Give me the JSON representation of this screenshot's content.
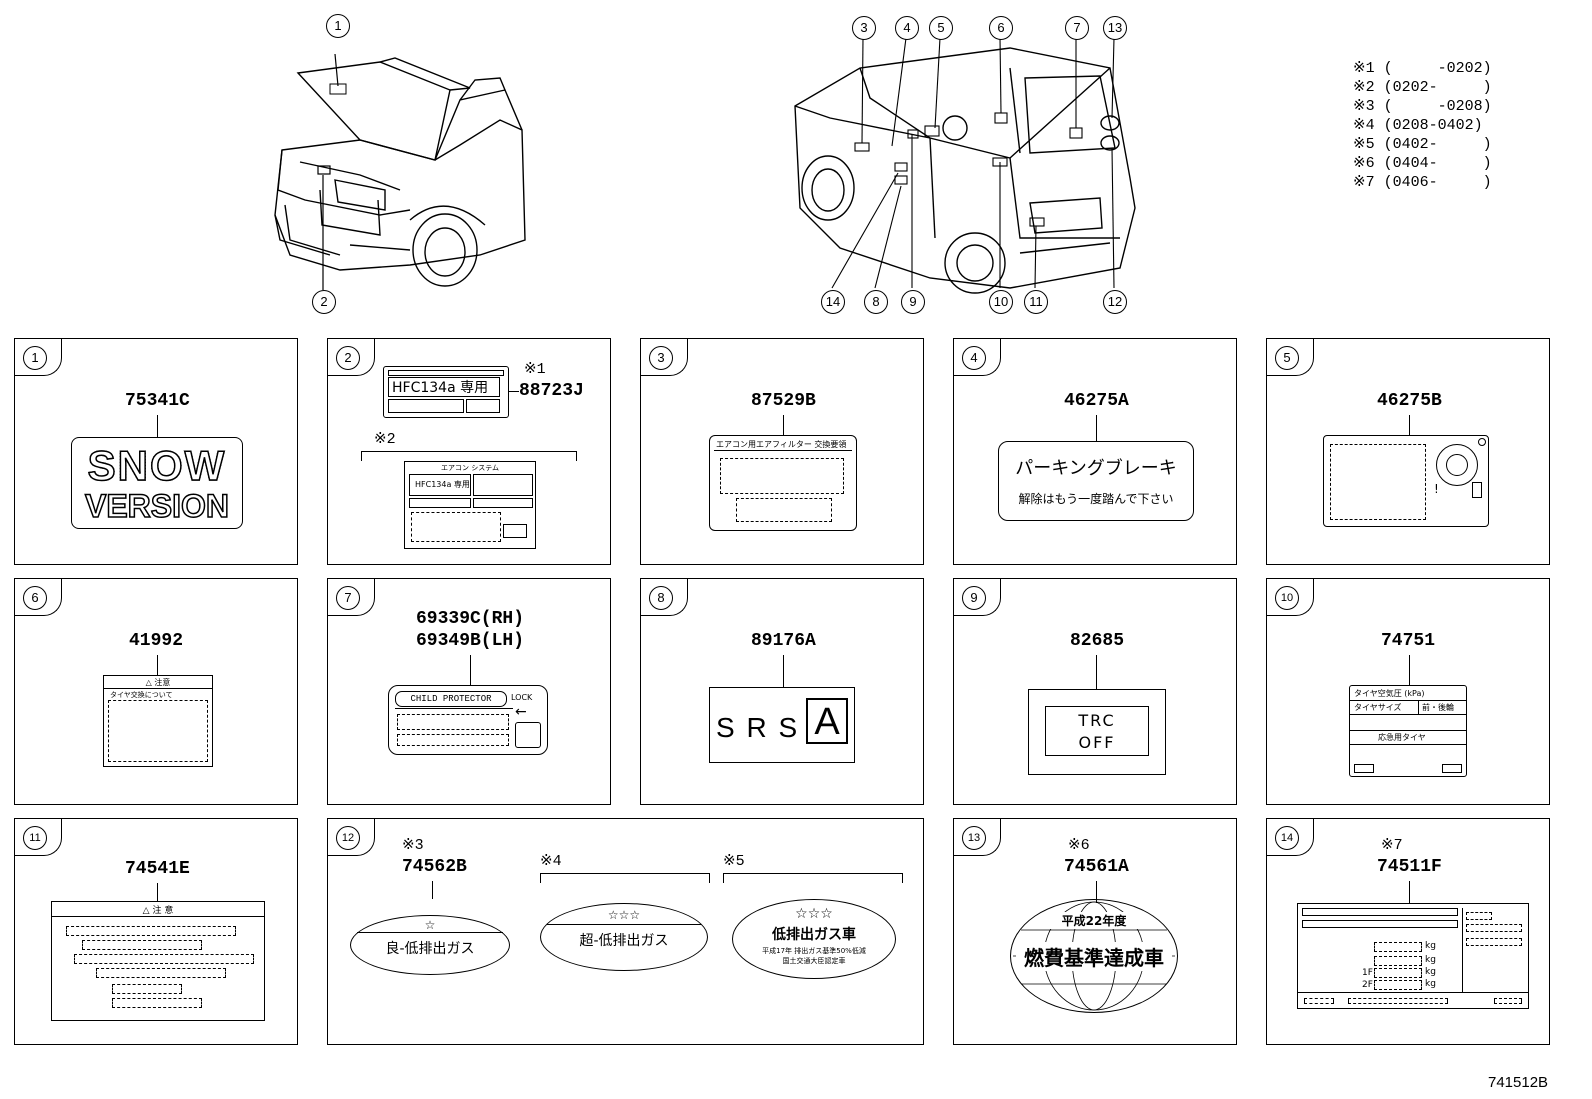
{
  "legend_notes": [
    "※1 (     -0202)",
    "※2 (0202-     )",
    "※3 (     -0208)",
    "※4 (0208-0402)",
    "※5 (0402-     )",
    "※6 (0404-     )",
    "※7 (0406-     )"
  ],
  "figure_code": "741512B",
  "front_callouts": [
    "1",
    "2"
  ],
  "rear_callouts_top": [
    "3",
    "4",
    "5",
    "6",
    "7",
    "13"
  ],
  "rear_callouts_bottom": [
    "14",
    "8",
    "9",
    "10",
    "11",
    "12"
  ],
  "panels": {
    "p1": {
      "num": "1",
      "part": "75341C",
      "line1": "SNOW",
      "line2": "VERSION"
    },
    "p2": {
      "num": "2",
      "note1": "※1",
      "part": "88723J",
      "label_text": "HFC134a 専用",
      "note2": "※2",
      "inner_title": "エアコン システム",
      "inner_tag": "HFC134a 専用"
    },
    "p3": {
      "num": "3",
      "part": "87529B",
      "label_text": "エアコン用エアフィルター 交換要領"
    },
    "p4": {
      "num": "4",
      "part": "46275A",
      "line1": "パーキングブレーキ",
      "line2": "解除はもう一度踏んで下さい"
    },
    "p5": {
      "num": "5",
      "part": "46275B"
    },
    "p6": {
      "num": "6",
      "part": "41992",
      "warn": "△ 注意",
      "line": "タイヤ交換について"
    },
    "p7": {
      "num": "7",
      "part1": "69339C(RH)",
      "part2": "69349B(LH)",
      "tag": "CHILD PROTECTOR",
      "lock": "LOCK"
    },
    "p8": {
      "num": "8",
      "part": "89176A",
      "srs": "S R S",
      "a": "A"
    },
    "p9": {
      "num": "9",
      "part": "82685",
      "line1": "TRC",
      "line2": "OFF"
    },
    "p10": {
      "num": "10",
      "part": "74751",
      "h1": "タイヤ空気圧 (kPa)",
      "h2": "タイヤサイズ",
      "h3": "前・後輪",
      "r1": "応急用タイヤ"
    },
    "p11": {
      "num": "11",
      "part": "74541E",
      "warn": "△ 注 意"
    },
    "p12": {
      "num": "12",
      "note3": "※3",
      "part": "74562B",
      "note4": "※4",
      "note5": "※5",
      "oval1": "良-低排出ガス",
      "oval2": "超-低排出ガス",
      "oval3": "低排出ガス車",
      "oval3_sub1": "平成17年 排出ガス基準50%低減",
      "oval3_sub2": "国土交通大臣認定車",
      "star1": "☆",
      "star3": "☆☆☆"
    },
    "p13": {
      "num": "13",
      "note6": "※6",
      "part": "74561A",
      "line1": "平成22年度",
      "line2": "燃費基準達成車"
    },
    "p14": {
      "num": "14",
      "note7": "※7",
      "part": "74511F",
      "kg": "kg",
      "f1": "1F",
      "f2": "2F"
    }
  }
}
